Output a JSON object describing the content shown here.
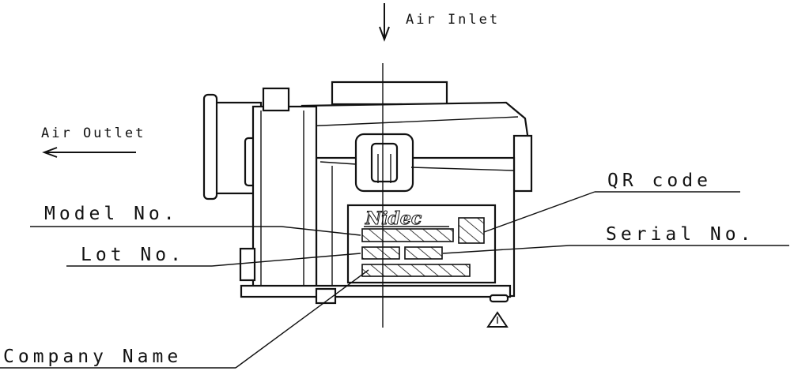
{
  "labels": {
    "air_inlet": "Air Inlet",
    "air_outlet": "Air Outlet",
    "model_no": "Model No.",
    "lot_no": "Lot No.",
    "qr_code": "QR code",
    "serial_no": "Serial No.",
    "company_name": "Company Name",
    "brand_logo": "Nidec"
  },
  "icons": {
    "caution": "warning-triangle-icon",
    "inlet_arrow": "arrow-down-icon",
    "outlet_arrow": "arrow-left-icon"
  }
}
